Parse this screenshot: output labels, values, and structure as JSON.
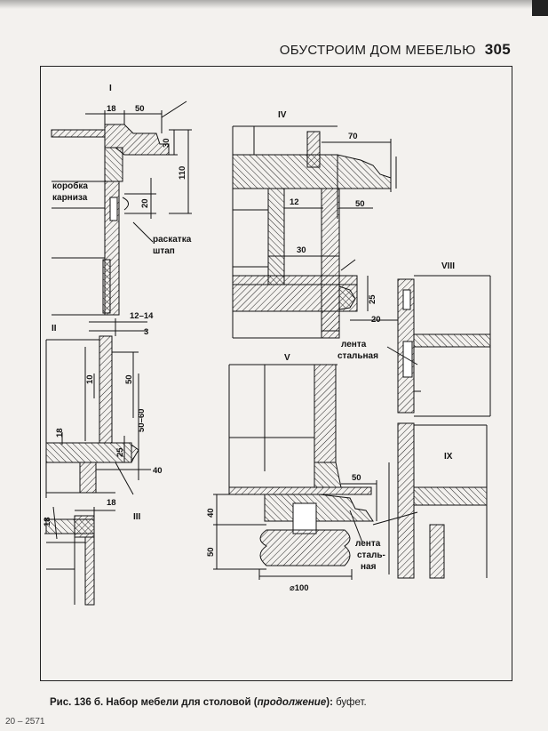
{
  "header": {
    "title": "ОБУСТРОИМ ДОМ МЕБЕЛЬЮ",
    "page_number": "305"
  },
  "caption": {
    "fig": "Рис. 136 б.",
    "text": "Набор мебели для столовой (",
    "italic": "продолжение",
    "close": "):",
    "rest": " буфет."
  },
  "sheet_code": "20 – 2571",
  "drawing": {
    "views": [
      "I",
      "II",
      "III",
      "IV",
      "V",
      "VIII",
      "IX"
    ],
    "labels": {
      "korobka": "коробка",
      "karniza": "карниза",
      "raskatka": "раскатка",
      "shtap": "штап",
      "lenta1": "лента",
      "stalnaya1": "стальная",
      "lenta2": "лента",
      "stal": "сталь-",
      "naya": "ная"
    },
    "dims": {
      "d18a": "18",
      "d50a": "50",
      "d30a": "30",
      "d110": "110",
      "d20a": "20",
      "d1214": "12–14",
      "d3": "3",
      "d10": "10",
      "d50b": "50",
      "d5060": "50–60",
      "d25a": "25",
      "d40a": "40",
      "d18b": "18",
      "d18c": "18",
      "d18d": "18",
      "d70": "70",
      "d12": "12",
      "d50c": "50",
      "d30b": "30",
      "d25b": "25",
      "d20b": "20",
      "d50d": "50",
      "d40b": "40",
      "d50e": "50",
      "d100": "⌀100"
    }
  }
}
